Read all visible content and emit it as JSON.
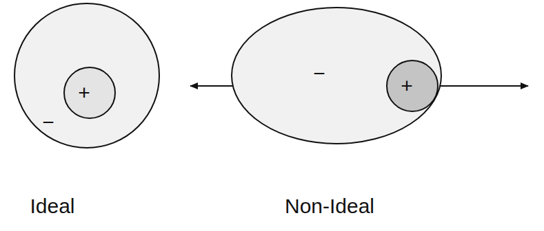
{
  "diagram": {
    "nodes": [
      {
        "text": [
          "−"
        ]
      },
      {
        "text": [
          "+"
        ],
        "in": 0
      },
      {
        "text": [
          "−"
        ]
      },
      {
        "text": [
          "+"
        ],
        "in": 2
      }
    ],
    "labels": [
      "Ideal",
      "Non-Ideal"
    ]
  }
}
